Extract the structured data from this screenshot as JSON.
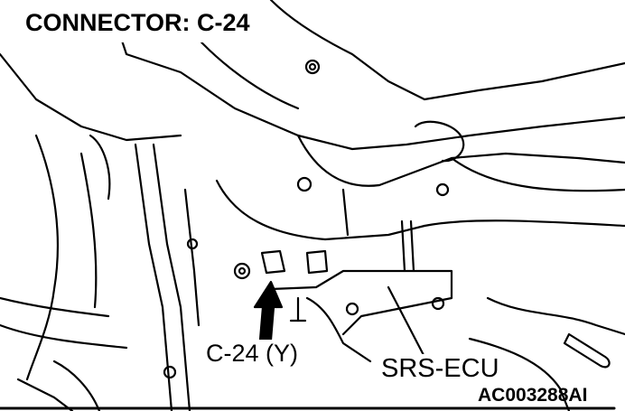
{
  "title": "CONNECTOR: C-24",
  "labels": {
    "connector": "C-24 (Y)",
    "ecu": "SRS-ECU"
  },
  "figure_id": "AC003288AI"
}
